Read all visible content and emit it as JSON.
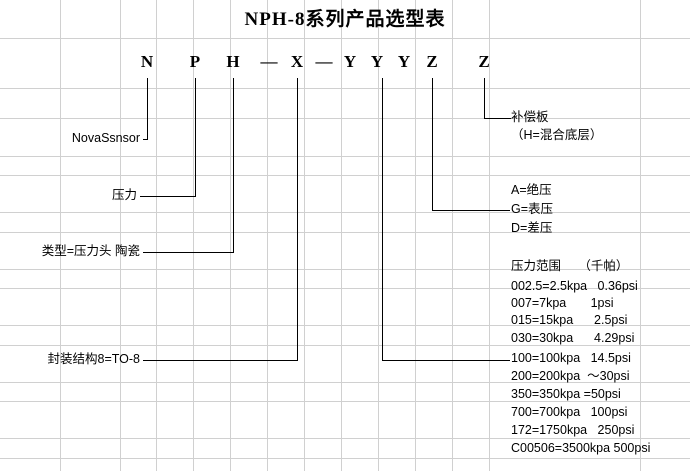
{
  "title": "NPH-8系列产品选型表",
  "code": {
    "chars": [
      "N",
      "P",
      "H",
      "—",
      "X",
      "—",
      "Y",
      "Y",
      "Y",
      "Z",
      "Z"
    ]
  },
  "left_labels": [
    {
      "text": "NovaSsnsor"
    },
    {
      "text": "压力"
    },
    {
      "text": "类型=压力头 陶瓷"
    },
    {
      "text": "封装结构8=TO-8"
    }
  ],
  "right_blocks": {
    "compensation": {
      "line1": "补偿板",
      "line2": "（H=混合底层）"
    },
    "pressure_type": {
      "lines": [
        "A=绝压",
        "G=表压",
        "D=差压"
      ]
    },
    "pressure_range": {
      "header": "压力范围     （千帕）",
      "rows": [
        "002.5=2.5kpa   0.36psi",
        "007=7kpa       1psi",
        "015=15kpa      2.5psi",
        "030=30kpa      4.29psi",
        "100=100kpa   14.5psi",
        "200=200kpa  ～30psi",
        "350=350kpa =50psi",
        "700=700kpa   100psi",
        "172=1750kpa   250psi",
        "C00506=3500kpa 500psi"
      ]
    }
  }
}
